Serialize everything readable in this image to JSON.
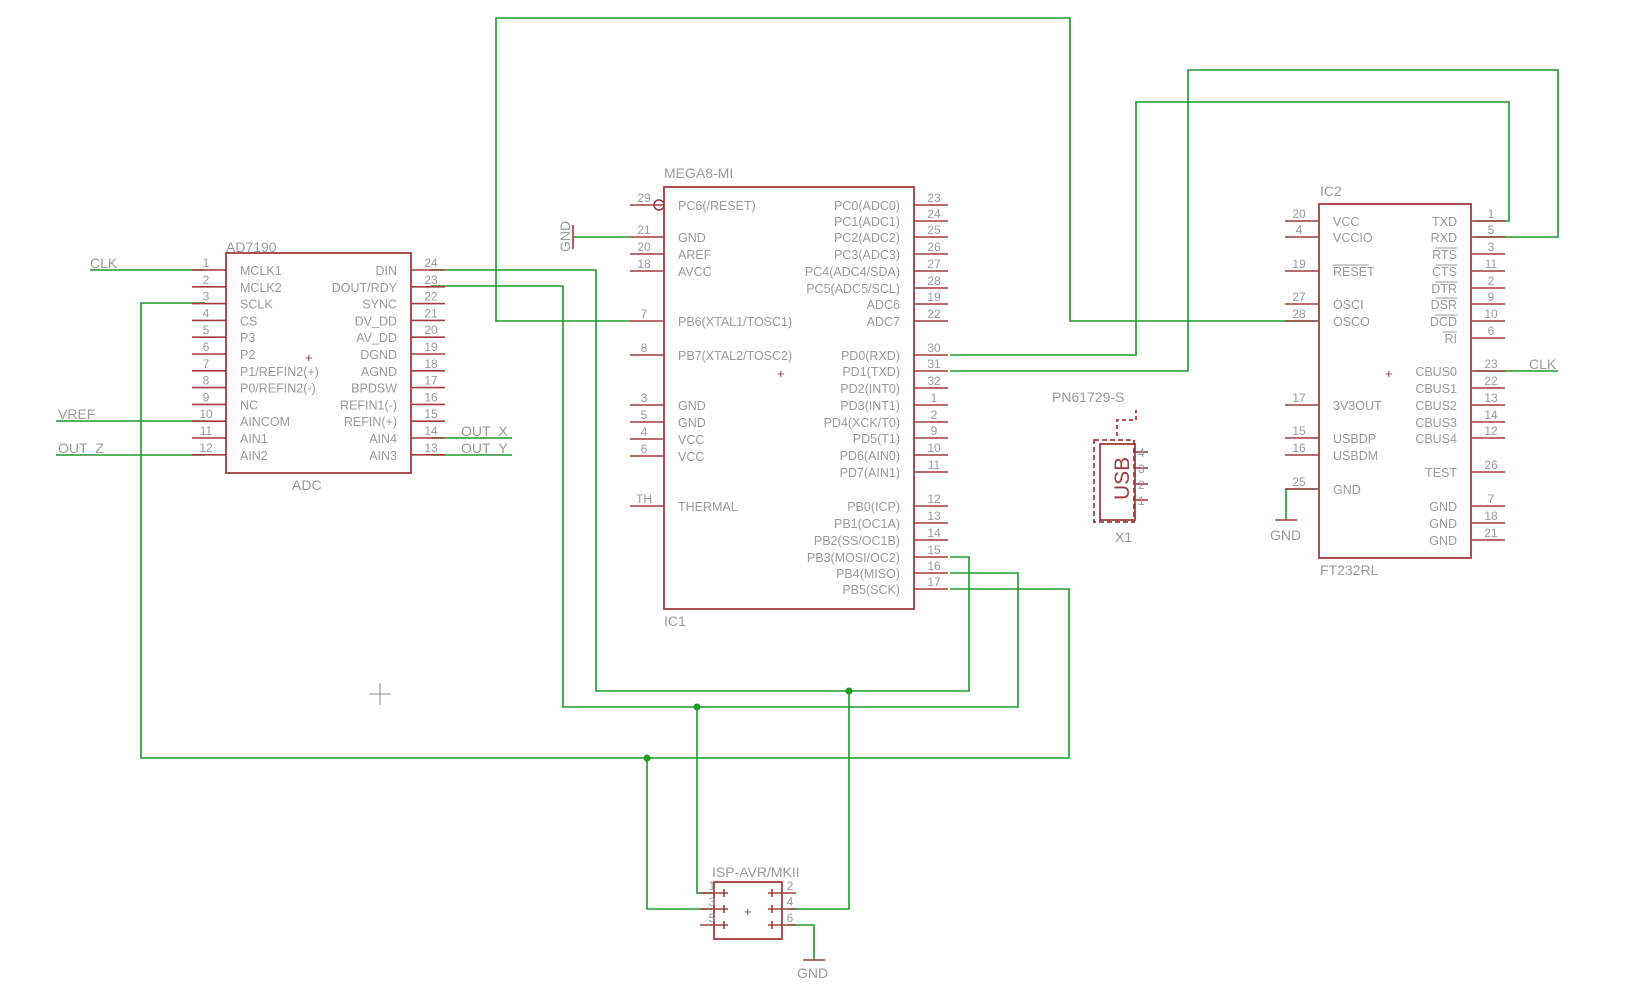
{
  "colors": {
    "wire": "#1b9a2a",
    "part": "#a23c3c",
    "text": "#9a9a9a",
    "background": "#ffffff"
  },
  "adc": {
    "value": "AD7190",
    "name": "ADC",
    "left_pins": [
      {
        "num": "1",
        "name": "MCLK1"
      },
      {
        "num": "2",
        "name": "MCLK2"
      },
      {
        "num": "3",
        "name": "SCLK"
      },
      {
        "num": "4",
        "name": "CS"
      },
      {
        "num": "5",
        "name": "P3"
      },
      {
        "num": "6",
        "name": "P2"
      },
      {
        "num": "7",
        "name": "P1/REFIN2(+)"
      },
      {
        "num": "8",
        "name": "P0/REFIN2(-)"
      },
      {
        "num": "9",
        "name": "NC"
      },
      {
        "num": "10",
        "name": "AINCOM"
      },
      {
        "num": "11",
        "name": "AIN1"
      },
      {
        "num": "12",
        "name": "AIN2"
      }
    ],
    "right_pins": [
      {
        "num": "24",
        "name": "DIN"
      },
      {
        "num": "23",
        "name": "DOUT/RDY"
      },
      {
        "num": "22",
        "name": "SYNC"
      },
      {
        "num": "21",
        "name": "DV_DD"
      },
      {
        "num": "20",
        "name": "AV_DD"
      },
      {
        "num": "19",
        "name": "DGND"
      },
      {
        "num": "18",
        "name": "AGND"
      },
      {
        "num": "17",
        "name": "BPDSW"
      },
      {
        "num": "16",
        "name": "REFIN1(-)"
      },
      {
        "num": "15",
        "name": "REFIN(+)"
      },
      {
        "num": "14",
        "name": "AIN4"
      },
      {
        "num": "13",
        "name": "AIN3"
      }
    ]
  },
  "mcu": {
    "value": "MEGA8-MI",
    "name": "IC1",
    "left_pins": [
      {
        "num": "29",
        "name": "PC6(/RESET)"
      },
      {
        "num": "21",
        "name": "GND"
      },
      {
        "num": "20",
        "name": "AREF"
      },
      {
        "num": "18",
        "name": "AVCC"
      },
      {
        "num": "7",
        "name": "PB6(XTAL1/TOSC1)"
      },
      {
        "num": "8",
        "name": "PB7(XTAL2/TOSC2)"
      },
      {
        "num": "3",
        "name": "GND"
      },
      {
        "num": "5",
        "name": "GND"
      },
      {
        "num": "4",
        "name": "VCC"
      },
      {
        "num": "6",
        "name": "VCC"
      },
      {
        "num": "TH",
        "name": "THERMAL"
      }
    ],
    "right_pins": [
      {
        "num": "23",
        "name": "PC0(ADC0)"
      },
      {
        "num": "24",
        "name": "PC1(ADC1)"
      },
      {
        "num": "25",
        "name": "PC2(ADC2)"
      },
      {
        "num": "26",
        "name": "PC3(ADC3)"
      },
      {
        "num": "27",
        "name": "PC4(ADC4/SDA)"
      },
      {
        "num": "28",
        "name": "PC5(ADC5/SCL)"
      },
      {
        "num": "19",
        "name": "ADC6"
      },
      {
        "num": "22",
        "name": "ADC7"
      },
      {
        "num": "30",
        "name": "PD0(RXD)"
      },
      {
        "num": "31",
        "name": "PD1(TXD)"
      },
      {
        "num": "32",
        "name": "PD2(INT0)"
      },
      {
        "num": "1",
        "name": "PD3(INT1)"
      },
      {
        "num": "2",
        "name": "PD4(XCK/T0)"
      },
      {
        "num": "9",
        "name": "PD5(T1)"
      },
      {
        "num": "10",
        "name": "PD6(AIN0)"
      },
      {
        "num": "11",
        "name": "PD7(AIN1)"
      },
      {
        "num": "12",
        "name": "PB0(ICP)"
      },
      {
        "num": "13",
        "name": "PB1(OC1A)"
      },
      {
        "num": "14",
        "name": "PB2(SS/OC1B)"
      },
      {
        "num": "15",
        "name": "PB3(MOSI/OC2)"
      },
      {
        "num": "16",
        "name": "PB4(MISO)"
      },
      {
        "num": "17",
        "name": "PB5(SCK)"
      }
    ]
  },
  "ftdi": {
    "value": "FT232RL",
    "name": "IC2",
    "left_pins": [
      {
        "num": "20",
        "name": "VCC"
      },
      {
        "num": "4",
        "name": "VCCIO"
      },
      {
        "num": "19",
        "name": "RESET"
      },
      {
        "num": "27",
        "name": "OSCI"
      },
      {
        "num": "28",
        "name": "OSCO"
      },
      {
        "num": "17",
        "name": "3V3OUT"
      },
      {
        "num": "15",
        "name": "USBDP"
      },
      {
        "num": "16",
        "name": "USBDM"
      },
      {
        "num": "25",
        "name": "GND"
      }
    ],
    "right_pins": [
      {
        "num": "1",
        "name": "TXD"
      },
      {
        "num": "5",
        "name": "RXD"
      },
      {
        "num": "3",
        "name": "RTS"
      },
      {
        "num": "11",
        "name": "CTS"
      },
      {
        "num": "2",
        "name": "DTR"
      },
      {
        "num": "9",
        "name": "DSR"
      },
      {
        "num": "10",
        "name": "DCD"
      },
      {
        "num": "6",
        "name": "RI"
      },
      {
        "num": "23",
        "name": "CBUS0"
      },
      {
        "num": "22",
        "name": "CBUS1"
      },
      {
        "num": "13",
        "name": "CBUS2"
      },
      {
        "num": "14",
        "name": "CBUS3"
      },
      {
        "num": "12",
        "name": "CBUS4"
      },
      {
        "num": "26",
        "name": "TEST"
      },
      {
        "num": "7",
        "name": "GND"
      },
      {
        "num": "18",
        "name": "GND"
      },
      {
        "num": "21",
        "name": "GND"
      }
    ]
  },
  "usb": {
    "value": "PN61729-S",
    "name": "X1",
    "body_label": "USB",
    "pins": [
      "4",
      "3",
      "2",
      "1"
    ]
  },
  "isp": {
    "value": "ISP-AVR/MKII",
    "pins": [
      "1",
      "2",
      "3",
      "4",
      "5",
      "6"
    ]
  },
  "nets": {
    "clk_left": "CLK",
    "vref": "VREF",
    "out_z": "OUT_Z",
    "out_x": "OUT_X",
    "out_y": "OUT_Y",
    "clk_right": "CLK",
    "gnd_mcu": "GND",
    "gnd_ftdi": "GND",
    "gnd_isp": "GND"
  }
}
